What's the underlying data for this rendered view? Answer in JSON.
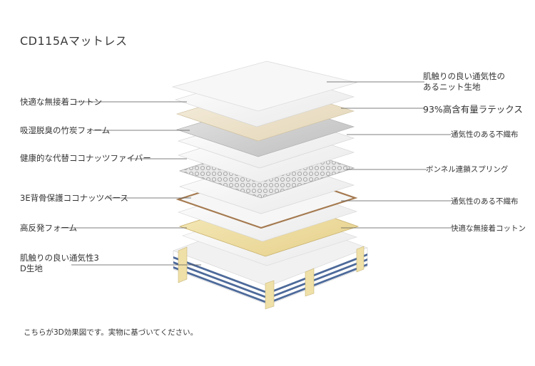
{
  "title": "CD115Aマットレス",
  "left_labels": [
    {
      "id": "cotton-left",
      "lines": [
        "快適な無接着コットン"
      ]
    },
    {
      "id": "bamboo-charcoal-foam",
      "lines": [
        "吸湿脱臭の竹炭フォーム"
      ]
    },
    {
      "id": "coconut-fiber",
      "lines": [
        "健康的な代替ココナッツファイバー"
      ]
    },
    {
      "id": "coconut-base",
      "lines": [
        "3E背骨保護ココナッツベース"
      ]
    },
    {
      "id": "high-rebound-foam",
      "lines": [
        "高反発フォーム"
      ]
    },
    {
      "id": "3d-fabric",
      "lines": [
        "肌触りの良い通気性3",
        "D生地"
      ]
    }
  ],
  "right_labels": [
    {
      "id": "knit-fabric",
      "lines": [
        "肌触りの良い通気性の",
        "あるニット生地"
      ]
    },
    {
      "id": "latex",
      "lines": [
        "93%高含有量ラテックス"
      ]
    },
    {
      "id": "nonwoven-1",
      "lines": [
        "通気性のある不織布"
      ]
    },
    {
      "id": "bonnell-spring",
      "lines": [
        "ボンネル連鎖スプリング"
      ]
    },
    {
      "id": "nonwoven-2",
      "lines": [
        "通気性のある不織布"
      ]
    },
    {
      "id": "cotton-right",
      "lines": [
        "快適な無接着コットン"
      ]
    }
  ],
  "footer": "こちらが3D効果図です。実物に基づいてください。",
  "colors": {
    "line": "#555555",
    "white_layer": "#f4f4f4",
    "white_edge": "#d6d6d6",
    "latex": "#efe6d2",
    "charcoal": "#cfcfcf",
    "coconut_base": "#a57a50",
    "foam": "#efe0a8",
    "stripe_blue": "#4d6a9a"
  }
}
